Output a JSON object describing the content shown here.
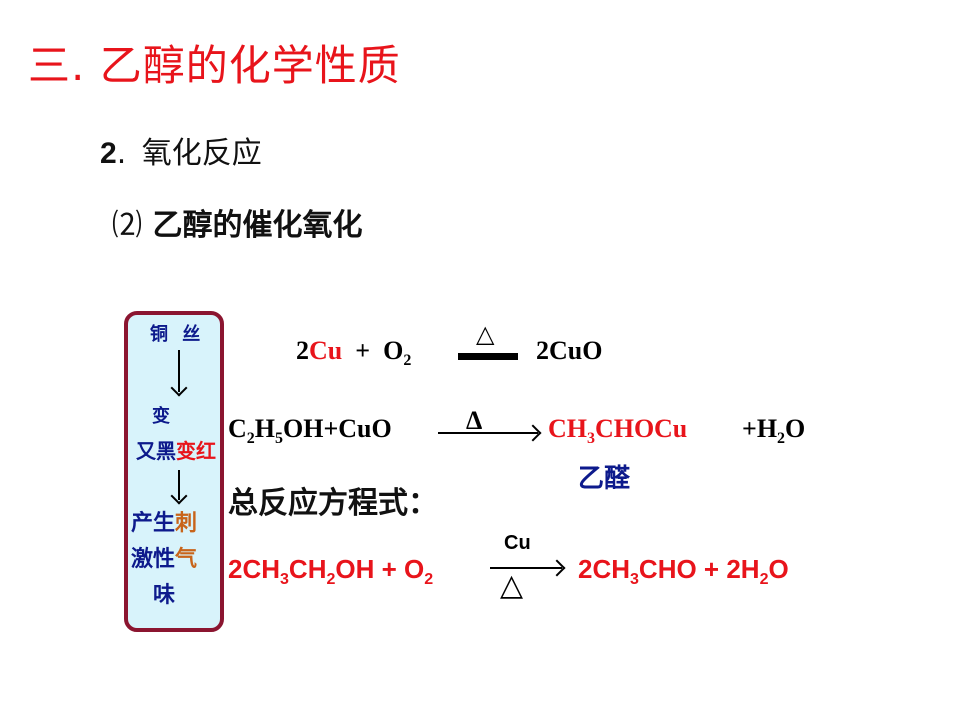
{
  "header": {
    "title": "三. 乙醇的化学性质"
  },
  "section": {
    "number": "2",
    "dot": ".",
    "label": "氧化反应"
  },
  "subsection": {
    "paren": "⑵",
    "label": "乙醇的催化氧化"
  },
  "sidebox": {
    "copper_wire": "铜 丝",
    "change_top": "变",
    "change_black": "黑",
    "change_again": "又",
    "change_red": "变红",
    "result_line1_a": "产生",
    "result_line1_b": "刺",
    "result_line2_a": "激性",
    "result_line2_b": "气",
    "result_line3": "味"
  },
  "equation1": {
    "coef": "2",
    "cu": "Cu",
    "plus": "+",
    "o": "O",
    "o_sub": "2",
    "condition": "△",
    "product": "2CuO"
  },
  "equation2": {
    "c": "C",
    "c_sub": "2",
    "h": "H",
    "h_sub": "5",
    "rest": "OH+CuO",
    "condition": "Δ",
    "prod_ch": "CH",
    "prod_sub": "3",
    "prod_cho": "CHO",
    "prod_cu": "Cu",
    "water_plus": "+H",
    "water_sub": "2",
    "water_o": "O",
    "acetaldehyde": "乙醛"
  },
  "overall": {
    "label": "总反应方程式："
  },
  "equation3": {
    "lhs_a": "2CH",
    "lhs_s1": "3",
    "lhs_b": "CH",
    "lhs_s2": "2",
    "lhs_c": "OH + O",
    "lhs_s3": "2",
    "catalyst": "Cu",
    "heat": "△",
    "rhs_a": "2CH",
    "rhs_s1": "3",
    "rhs_b": "CHO + 2H",
    "rhs_s2": "2",
    "rhs_c": "O"
  }
}
